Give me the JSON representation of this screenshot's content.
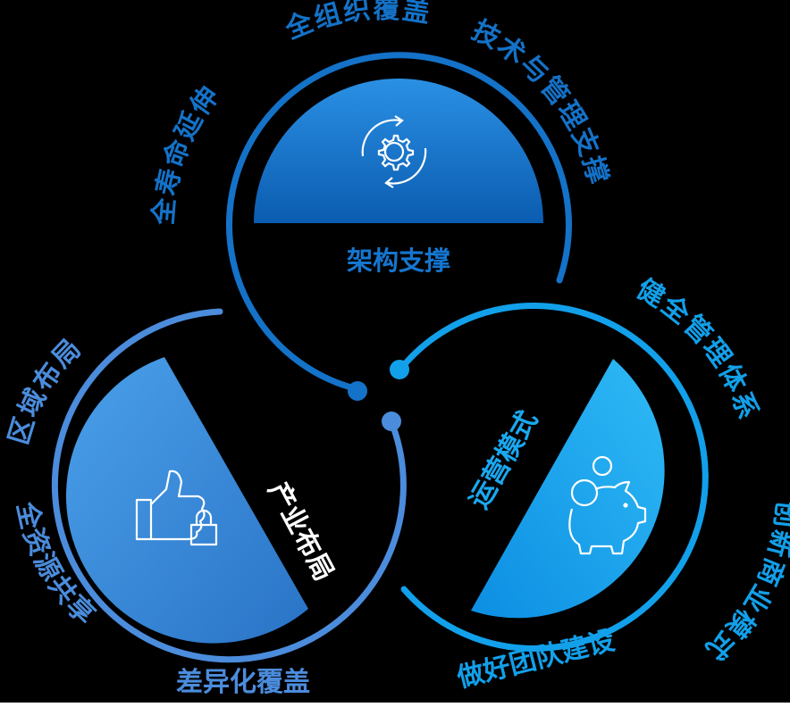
{
  "colors": {
    "top": "#1472c8",
    "left": "#4b8cdc",
    "right": "#12a0ea",
    "background": "#000000"
  },
  "top_cluster": {
    "center_label": "架构支撑",
    "arc_labels": [
      "全寿命延伸",
      "全组织覆盖",
      "技术与管理支撑"
    ],
    "icon": "gear-cycle-icon"
  },
  "left_cluster": {
    "center_label": "产业布局",
    "arc_labels": [
      "区域布局",
      "全资源共享",
      "差异化覆盖"
    ],
    "icon": "thumbs-up-lock-icon"
  },
  "right_cluster": {
    "center_label": "运营模式",
    "arc_labels": [
      "健全管理体系",
      "创新商业模式",
      "做好团队建设"
    ],
    "icon": "piggy-bank-icon"
  }
}
